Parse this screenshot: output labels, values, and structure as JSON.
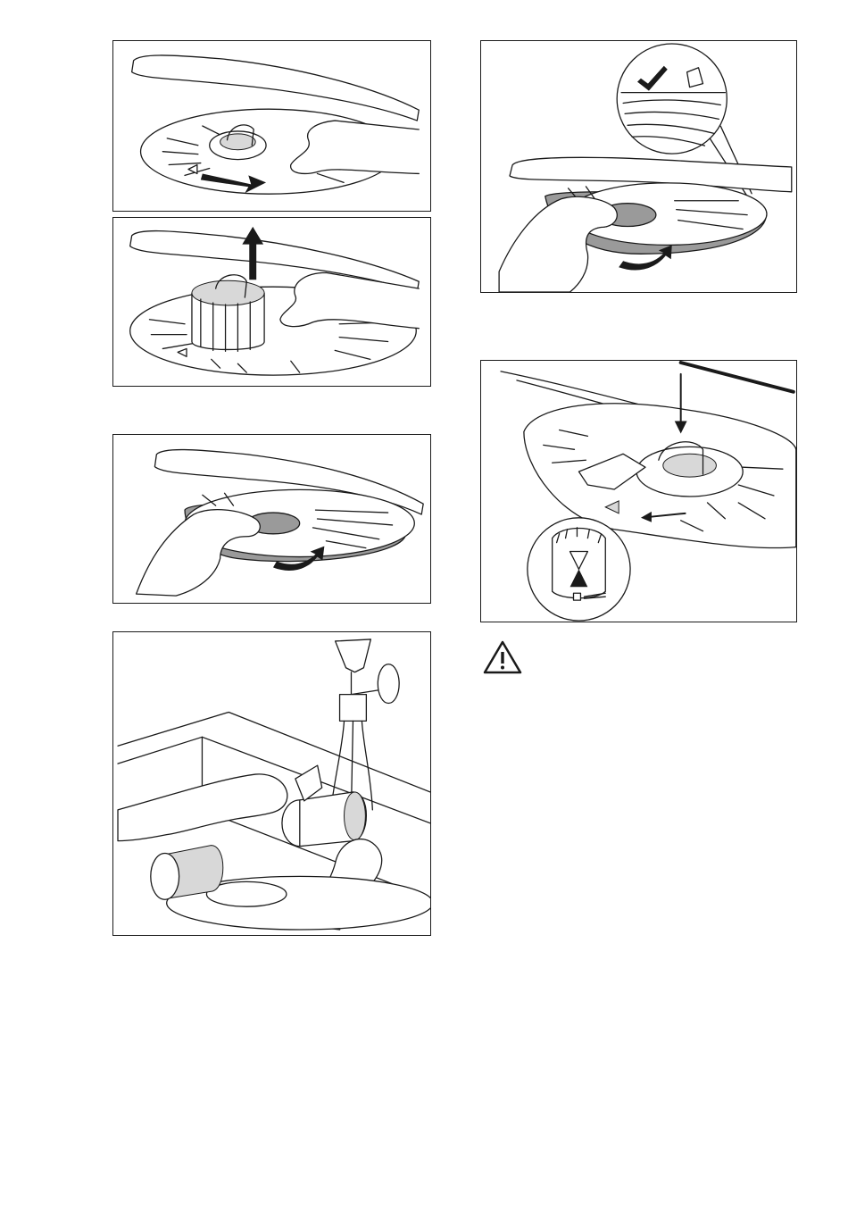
{
  "figures": [
    {
      "id": "step-1",
      "depicts": "remove-filter-turn"
    },
    {
      "id": "step-2",
      "depicts": "lift-filter-up"
    },
    {
      "id": "step-3",
      "depicts": "turn-flat-filter"
    },
    {
      "id": "step-4",
      "depicts": "rinse-filters-under-tap"
    },
    {
      "id": "step-5",
      "depicts": "reinstall-flat-filter-check-tab"
    },
    {
      "id": "step-6",
      "depicts": "insert-filter-lock-arrow"
    }
  ],
  "icons": {
    "warning": "warning-triangle-icon",
    "check": "checkmark-icon",
    "lock_indicator": "lock-indicator-icon"
  },
  "colors": {
    "line": "#1a1a1a",
    "fill_grey": "#9a9a9a",
    "fill_light": "#d8d8d8",
    "background": "#ffffff"
  }
}
